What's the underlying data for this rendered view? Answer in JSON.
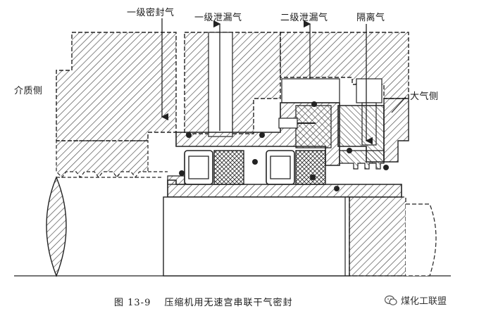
{
  "labels": {
    "primary_seal_gas": "一级密封气",
    "primary_leak_gas": "一级泄漏气",
    "secondary_leak_gas": "二级泄漏气",
    "isolation_gas": "隔离气",
    "medium_side": "介质侧",
    "atmosphere_side": "大气侧"
  },
  "caption": {
    "figure_number": "图 13-9",
    "title": "压缩机用无速宫串联干气密封"
  },
  "watermark": {
    "text": "煤化工联盟",
    "icon": "wechat-icon"
  },
  "colors": {
    "line": "#222222",
    "background": "#ffffff"
  }
}
